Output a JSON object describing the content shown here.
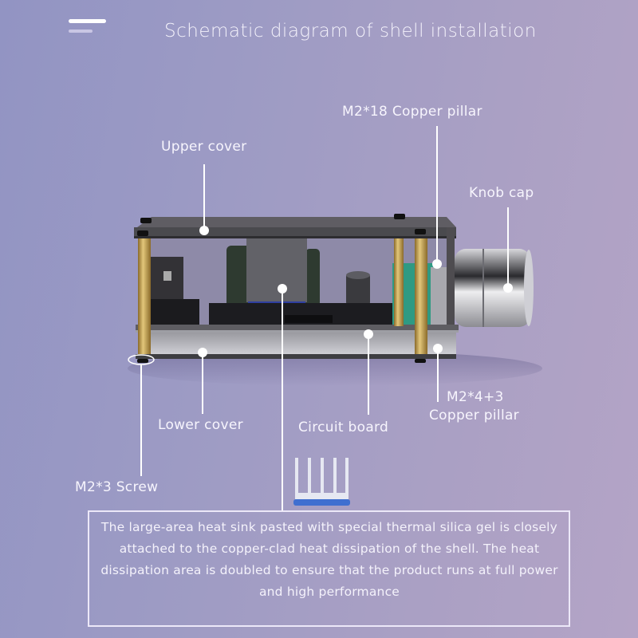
{
  "header": {
    "menu_icon": "hamburger-menu-icon",
    "title": "Schematic diagram of shell installation"
  },
  "labels": {
    "upper_cover": "Upper cover",
    "copper_pillar_18": "M2*18  Copper pillar",
    "knob_cap": "Knob cap",
    "copper_pillar_4_3_line1": "M2*4+3",
    "copper_pillar_4_3_line2": "Copper pillar",
    "lower_cover": "Lower cover",
    "circuit_board": "Circuit board",
    "screw": "M2*3 Screw"
  },
  "heat_sink": {
    "icon": "heat-sink-icon",
    "description": "The large-area heat sink pasted with special thermal silica gel is closely attached to the copper-clad heat dissipation of the shell. The heat dissipation area is doubled to ensure that the product runs at full power and high performance"
  },
  "colors": {
    "bg_left": "#9294c3",
    "bg_right": "#b4a4c6",
    "accent_blue": "#3f6fd0",
    "brass": "#c9a85a",
    "pcb_green": "#2f9a83"
  }
}
